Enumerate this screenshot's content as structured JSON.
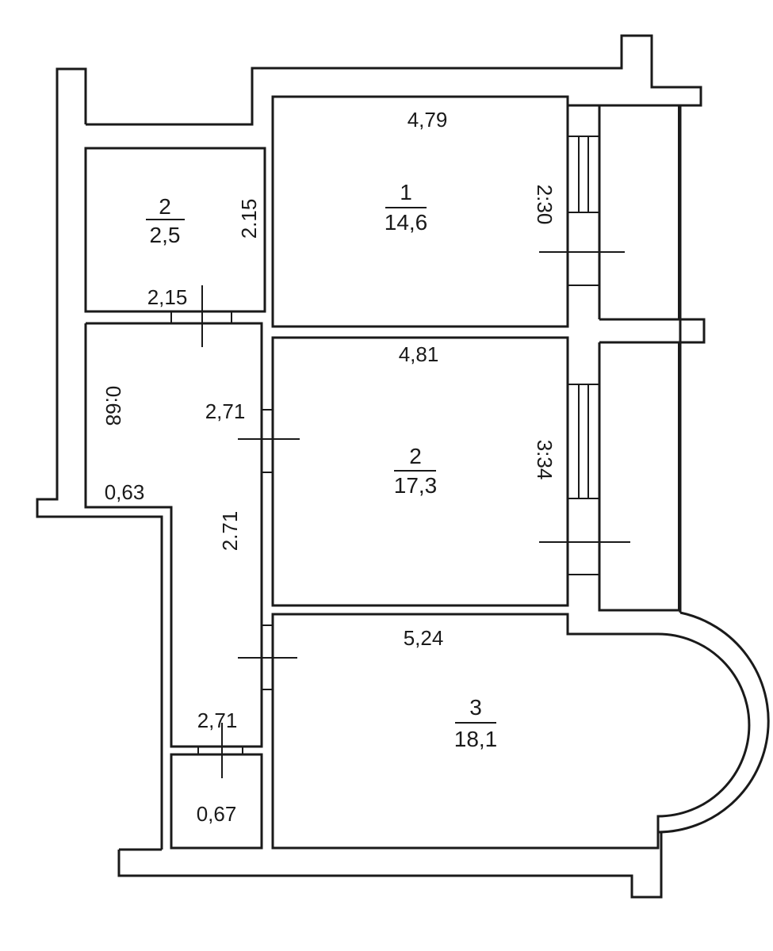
{
  "rooms": [
    {
      "id": "room-1",
      "number": "1",
      "area": "14,6"
    },
    {
      "id": "room-2-small",
      "number": "2",
      "area": "2,5"
    },
    {
      "id": "room-2-large",
      "number": "2",
      "area": "17,3"
    },
    {
      "id": "room-3",
      "number": "3",
      "area": "18,1"
    }
  ],
  "dimensions": {
    "room1_width": "4,79",
    "room1_height": "2:30",
    "small_room_height": "2.15",
    "small_room_width": "2,15",
    "room2_width": "4,81",
    "room2_height": "3:34",
    "corridor_upper": "2,71",
    "corridor_height": "2.71",
    "corridor_left": "0:68",
    "corridor_step": "0,63",
    "bath_top": "2,71",
    "bath_area": "0,67",
    "room3_width": "5,24"
  }
}
